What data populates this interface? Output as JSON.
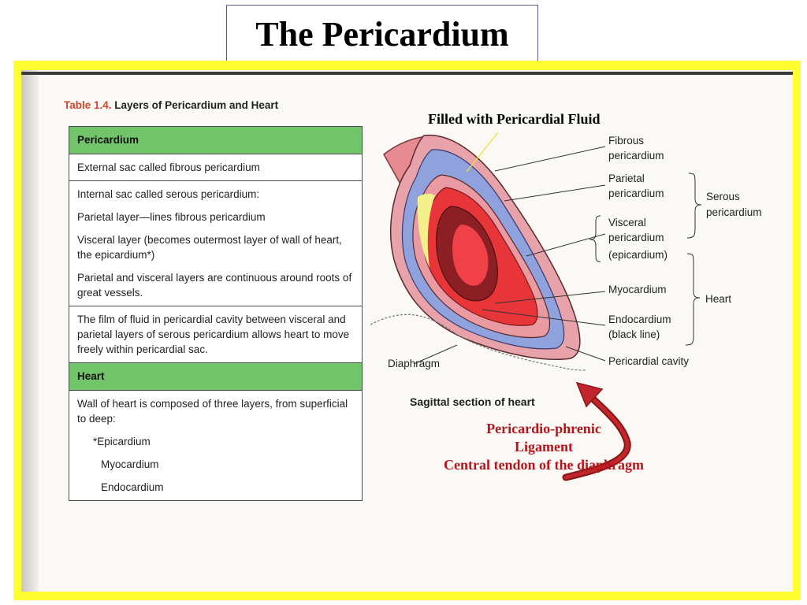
{
  "title": "The Pericardium",
  "table": {
    "caption_number": "Table 1.4.",
    "caption_text": "Layers of Pericardium and Heart",
    "pericardium_header": "Pericardium",
    "row1": "External sac called fibrous pericardium",
    "row2": [
      "Internal sac called serous pericardium:",
      "Parietal layer—lines fibrous pericardium",
      "Visceral layer (becomes outermost layer of wall of heart, the epicardium*)",
      "Parietal and visceral layers are continuous around roots of great vessels."
    ],
    "row3": "The film of fluid in pericardial cavity between visceral and parietal layers of serous pericardium allows heart to move freely within pericardial sac.",
    "heart_header": "Heart",
    "heart_intro": "Wall of heart is composed of three layers, from superficial to deep:",
    "heart_layers": [
      "*Epicardium",
      "Myocardium",
      "Endocardium"
    ]
  },
  "diagram": {
    "fluid_note": "Filled with Pericardial Fluid",
    "labels": {
      "fibrous": [
        "Fibrous",
        "pericardium"
      ],
      "parietal": [
        "Parietal",
        "pericardium"
      ],
      "visceral": [
        "Visceral",
        "pericardium",
        "(epicardium)"
      ],
      "myocardium": "Myocardium",
      "endocardium": [
        "Endocardium",
        "(black line)"
      ],
      "pericardial_cavity": "Pericardial cavity",
      "diaphragm": "Diaphragm",
      "serous": [
        "Serous",
        "pericardium"
      ],
      "heart": "Heart"
    },
    "caption": "Sagittal section of heart"
  },
  "ligament_note": [
    "Pericardio-phrenic",
    "Ligament",
    "Central tendon of the diaphragm"
  ],
  "colors": {
    "frame": "#ffff33",
    "table_header": "#72c46b",
    "ligament_text": "#b8141c",
    "arrow": "#c0262b"
  }
}
